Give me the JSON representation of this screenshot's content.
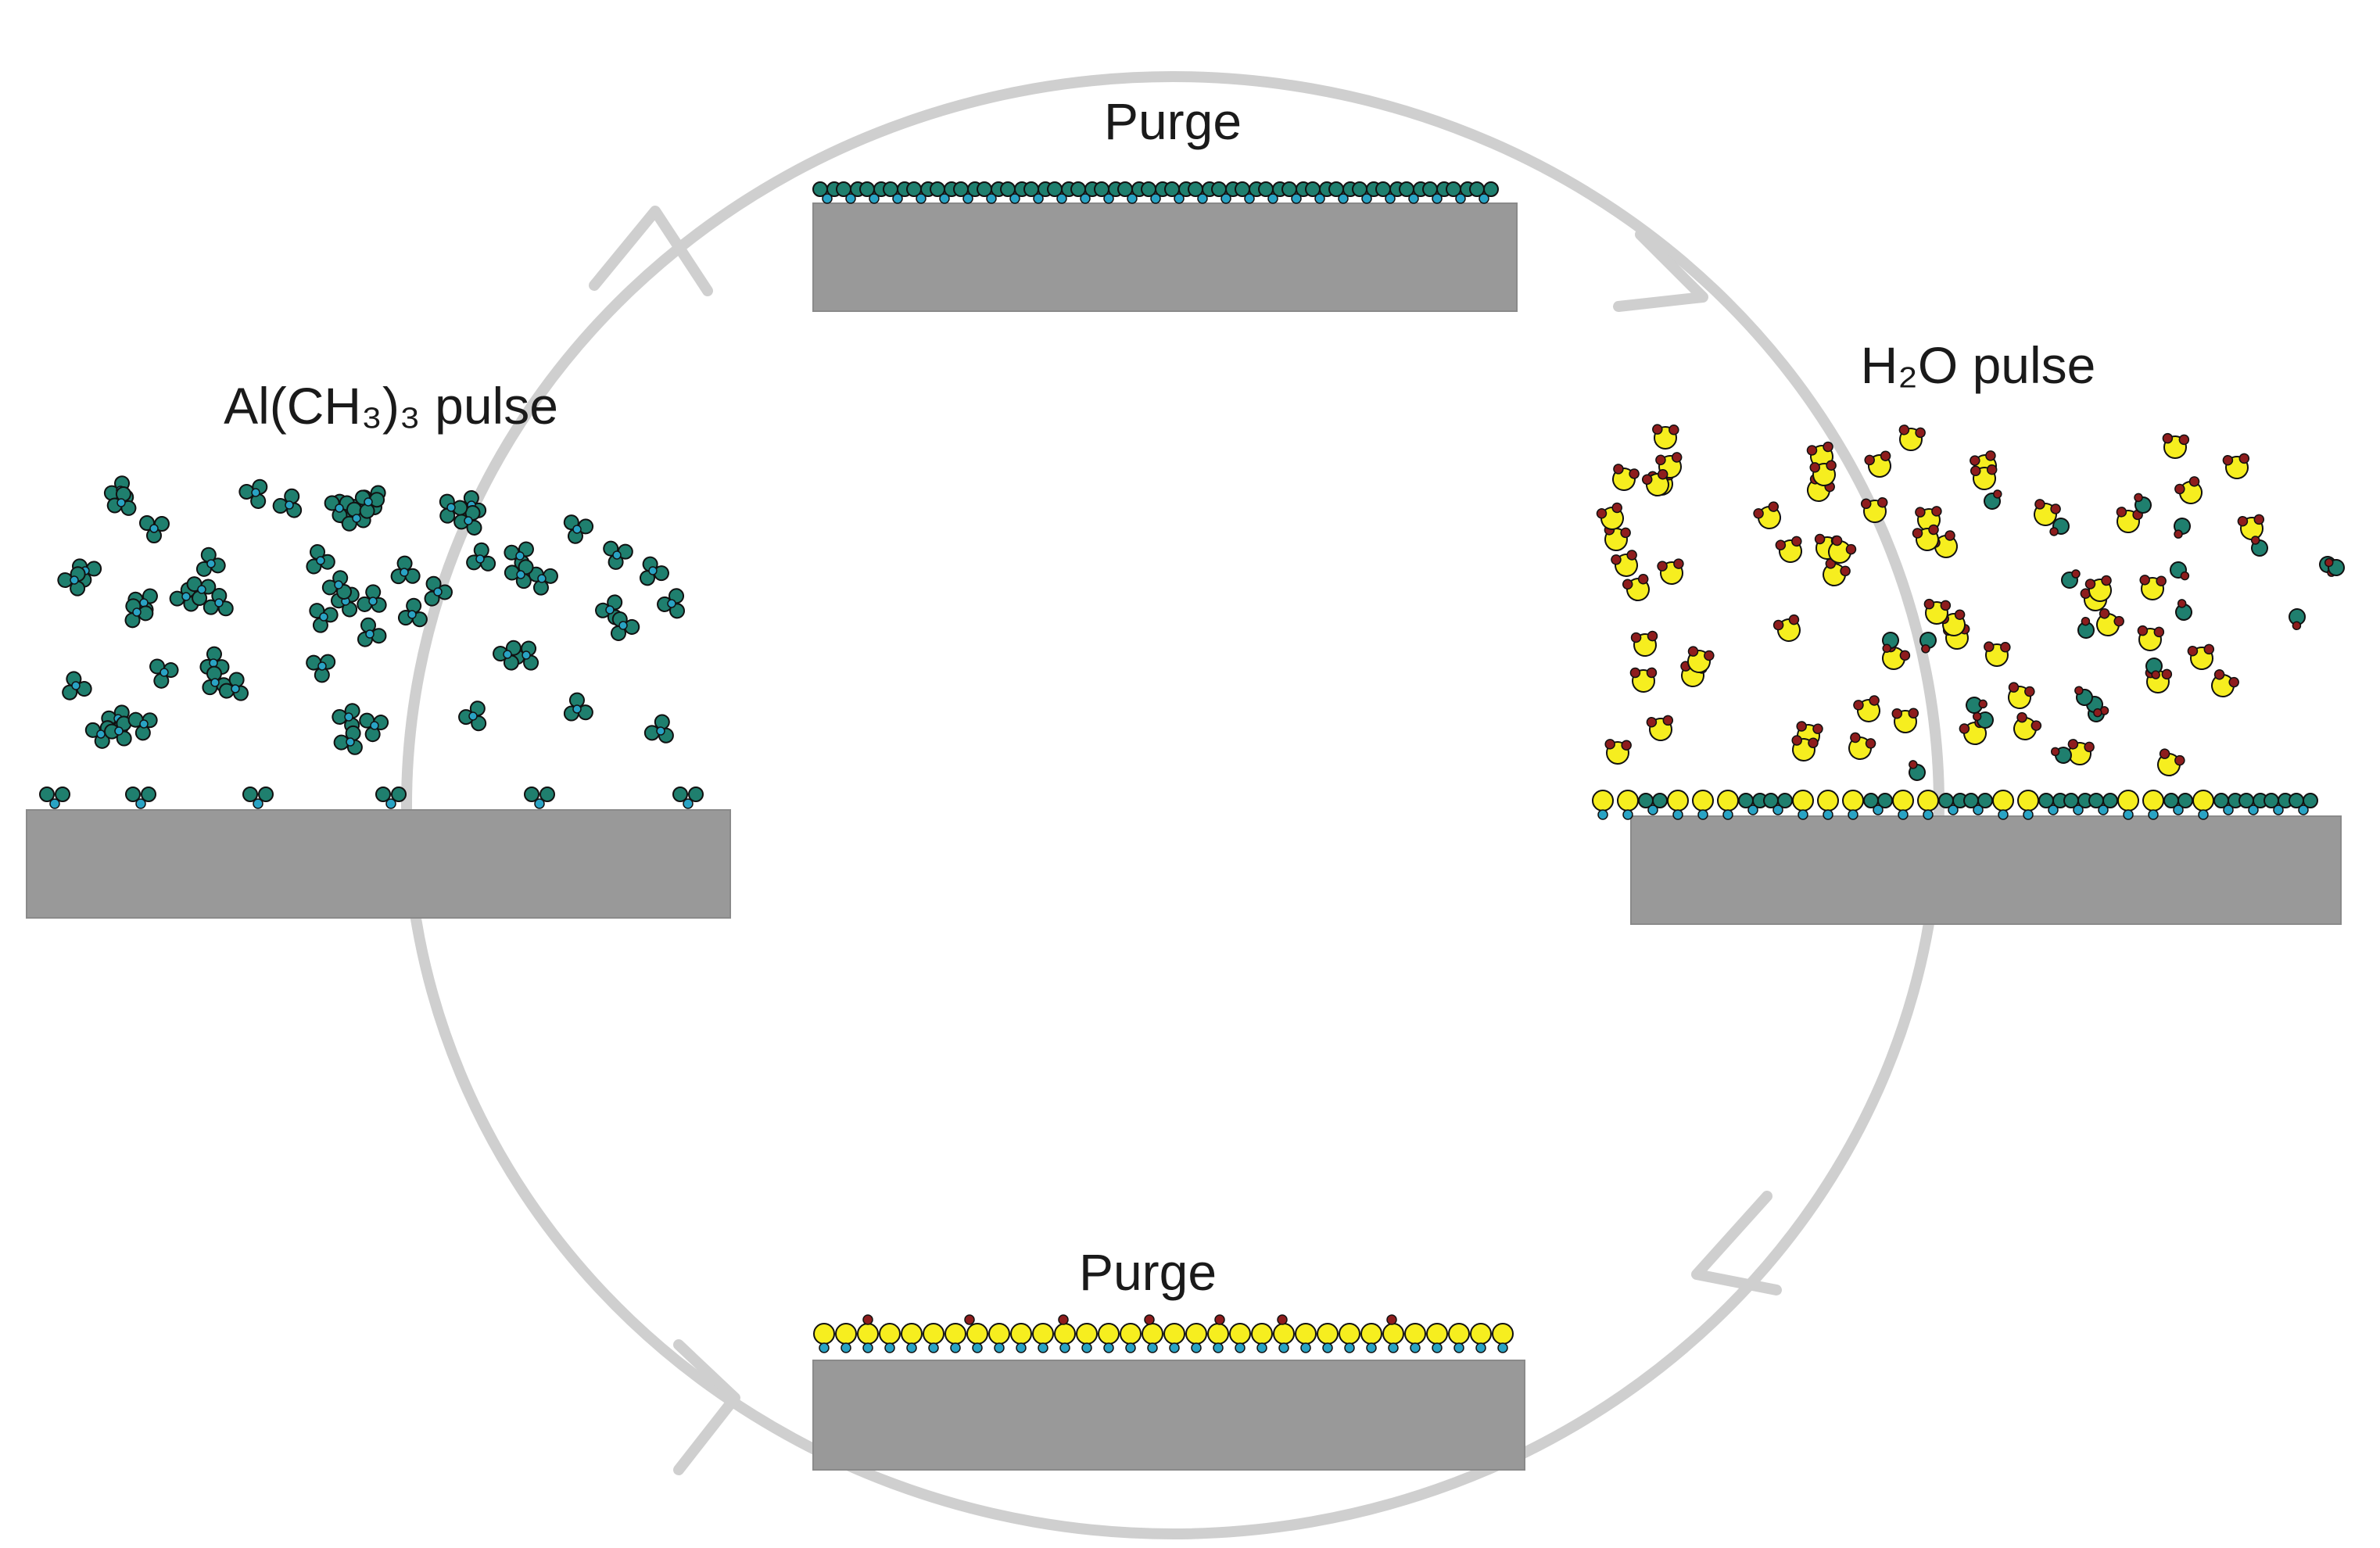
{
  "stages": {
    "top": {
      "label": "Purge"
    },
    "right": {
      "label": "H₂O pulse"
    },
    "bottom": {
      "label": "Purge"
    },
    "left": {
      "label": "Al(CH₃)₃ pulse"
    }
  },
  "colors": {
    "background": "#ffffff",
    "cycle_ring": "#cfcfcf",
    "substrate": "#999999",
    "precursor_teal": "#1f7f6e",
    "surface_cyan": "#29a3c4",
    "water_yellow": "#f6ee1f",
    "hydrogen_red": "#8e1d1d",
    "molecule_outline": "#111111"
  },
  "cycle": {
    "direction": "clockwise",
    "arrow_count": 4
  }
}
